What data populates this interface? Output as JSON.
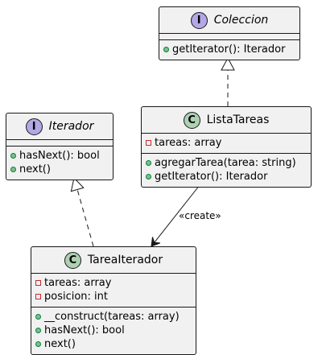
{
  "classes": {
    "coleccion": {
      "kind": "I",
      "name": "Coleccion",
      "fields": [],
      "methods": [
        {
          "vis": "+",
          "text": "getIterator(): Iterador"
        }
      ]
    },
    "iterador": {
      "kind": "I",
      "name": "Iterador",
      "fields": [],
      "methods": [
        {
          "vis": "+",
          "text": "hasNext(): bool"
        },
        {
          "vis": "+",
          "text": "next()"
        }
      ]
    },
    "listaTareas": {
      "kind": "C",
      "name": "ListaTareas",
      "fields": [
        {
          "vis": "-",
          "text": "tareas: array"
        }
      ],
      "methods": [
        {
          "vis": "+",
          "text": "agregarTarea(tarea: string)"
        },
        {
          "vis": "+",
          "text": "getIterator(): Iterador"
        }
      ]
    },
    "tareaIterador": {
      "kind": "C",
      "name": "TareaIterador",
      "fields": [
        {
          "vis": "-",
          "text": "tareas: array"
        },
        {
          "vis": "-",
          "text": "posicion: int"
        }
      ],
      "methods": [
        {
          "vis": "+",
          "text": "__construct(tareas: array)"
        },
        {
          "vis": "+",
          "text": "hasNext(): bool"
        },
        {
          "vis": "+",
          "text": "next()"
        }
      ]
    }
  },
  "relations": [
    {
      "from": "listaTareas",
      "to": "coleccion",
      "type": "realization"
    },
    {
      "from": "tareaIterador",
      "to": "iterador",
      "type": "realization"
    },
    {
      "from": "listaTareas",
      "to": "tareaIterador",
      "type": "dependency",
      "label": "«create»"
    }
  ],
  "colors": {
    "interface_badge": "#b4a7e5",
    "class_badge": "#add1b2",
    "box_fill": "#f1f1f1",
    "line": "#181818",
    "public_dot": "#84be84",
    "private_square": "#c82930"
  }
}
